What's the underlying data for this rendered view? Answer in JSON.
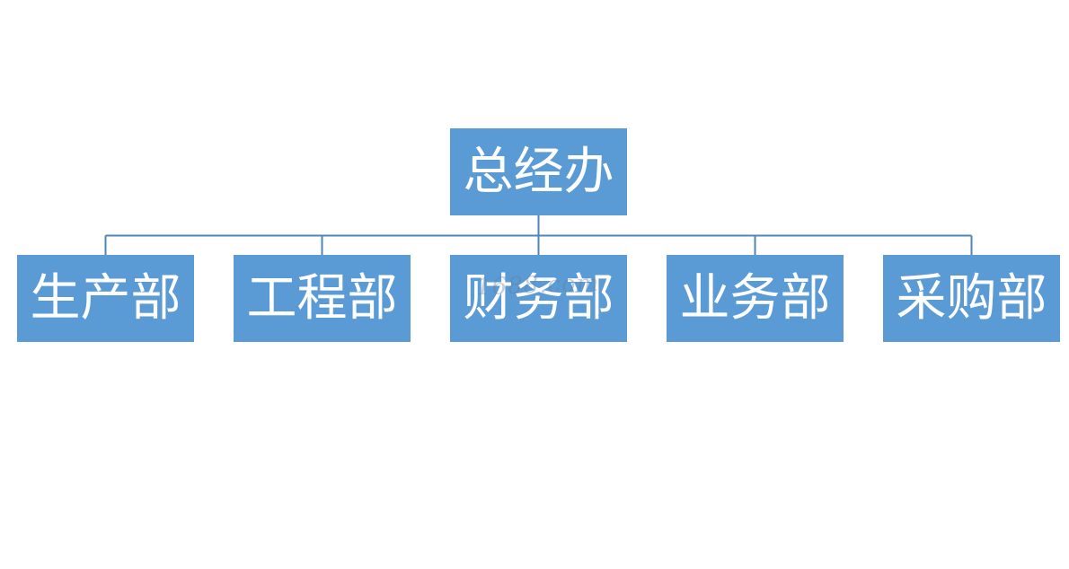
{
  "diagram": {
    "root": {
      "label": "总经办"
    },
    "children": [
      {
        "label": "生产部"
      },
      {
        "label": "工程部"
      },
      {
        "label": "财务部"
      },
      {
        "label": "业务部"
      },
      {
        "label": "采购部"
      }
    ],
    "colors": {
      "node_fill": "#5b9bd5",
      "node_text": "#ffffff",
      "connector": "#4f86b8",
      "background": "#ffffff"
    },
    "watermark": "1688.com"
  }
}
